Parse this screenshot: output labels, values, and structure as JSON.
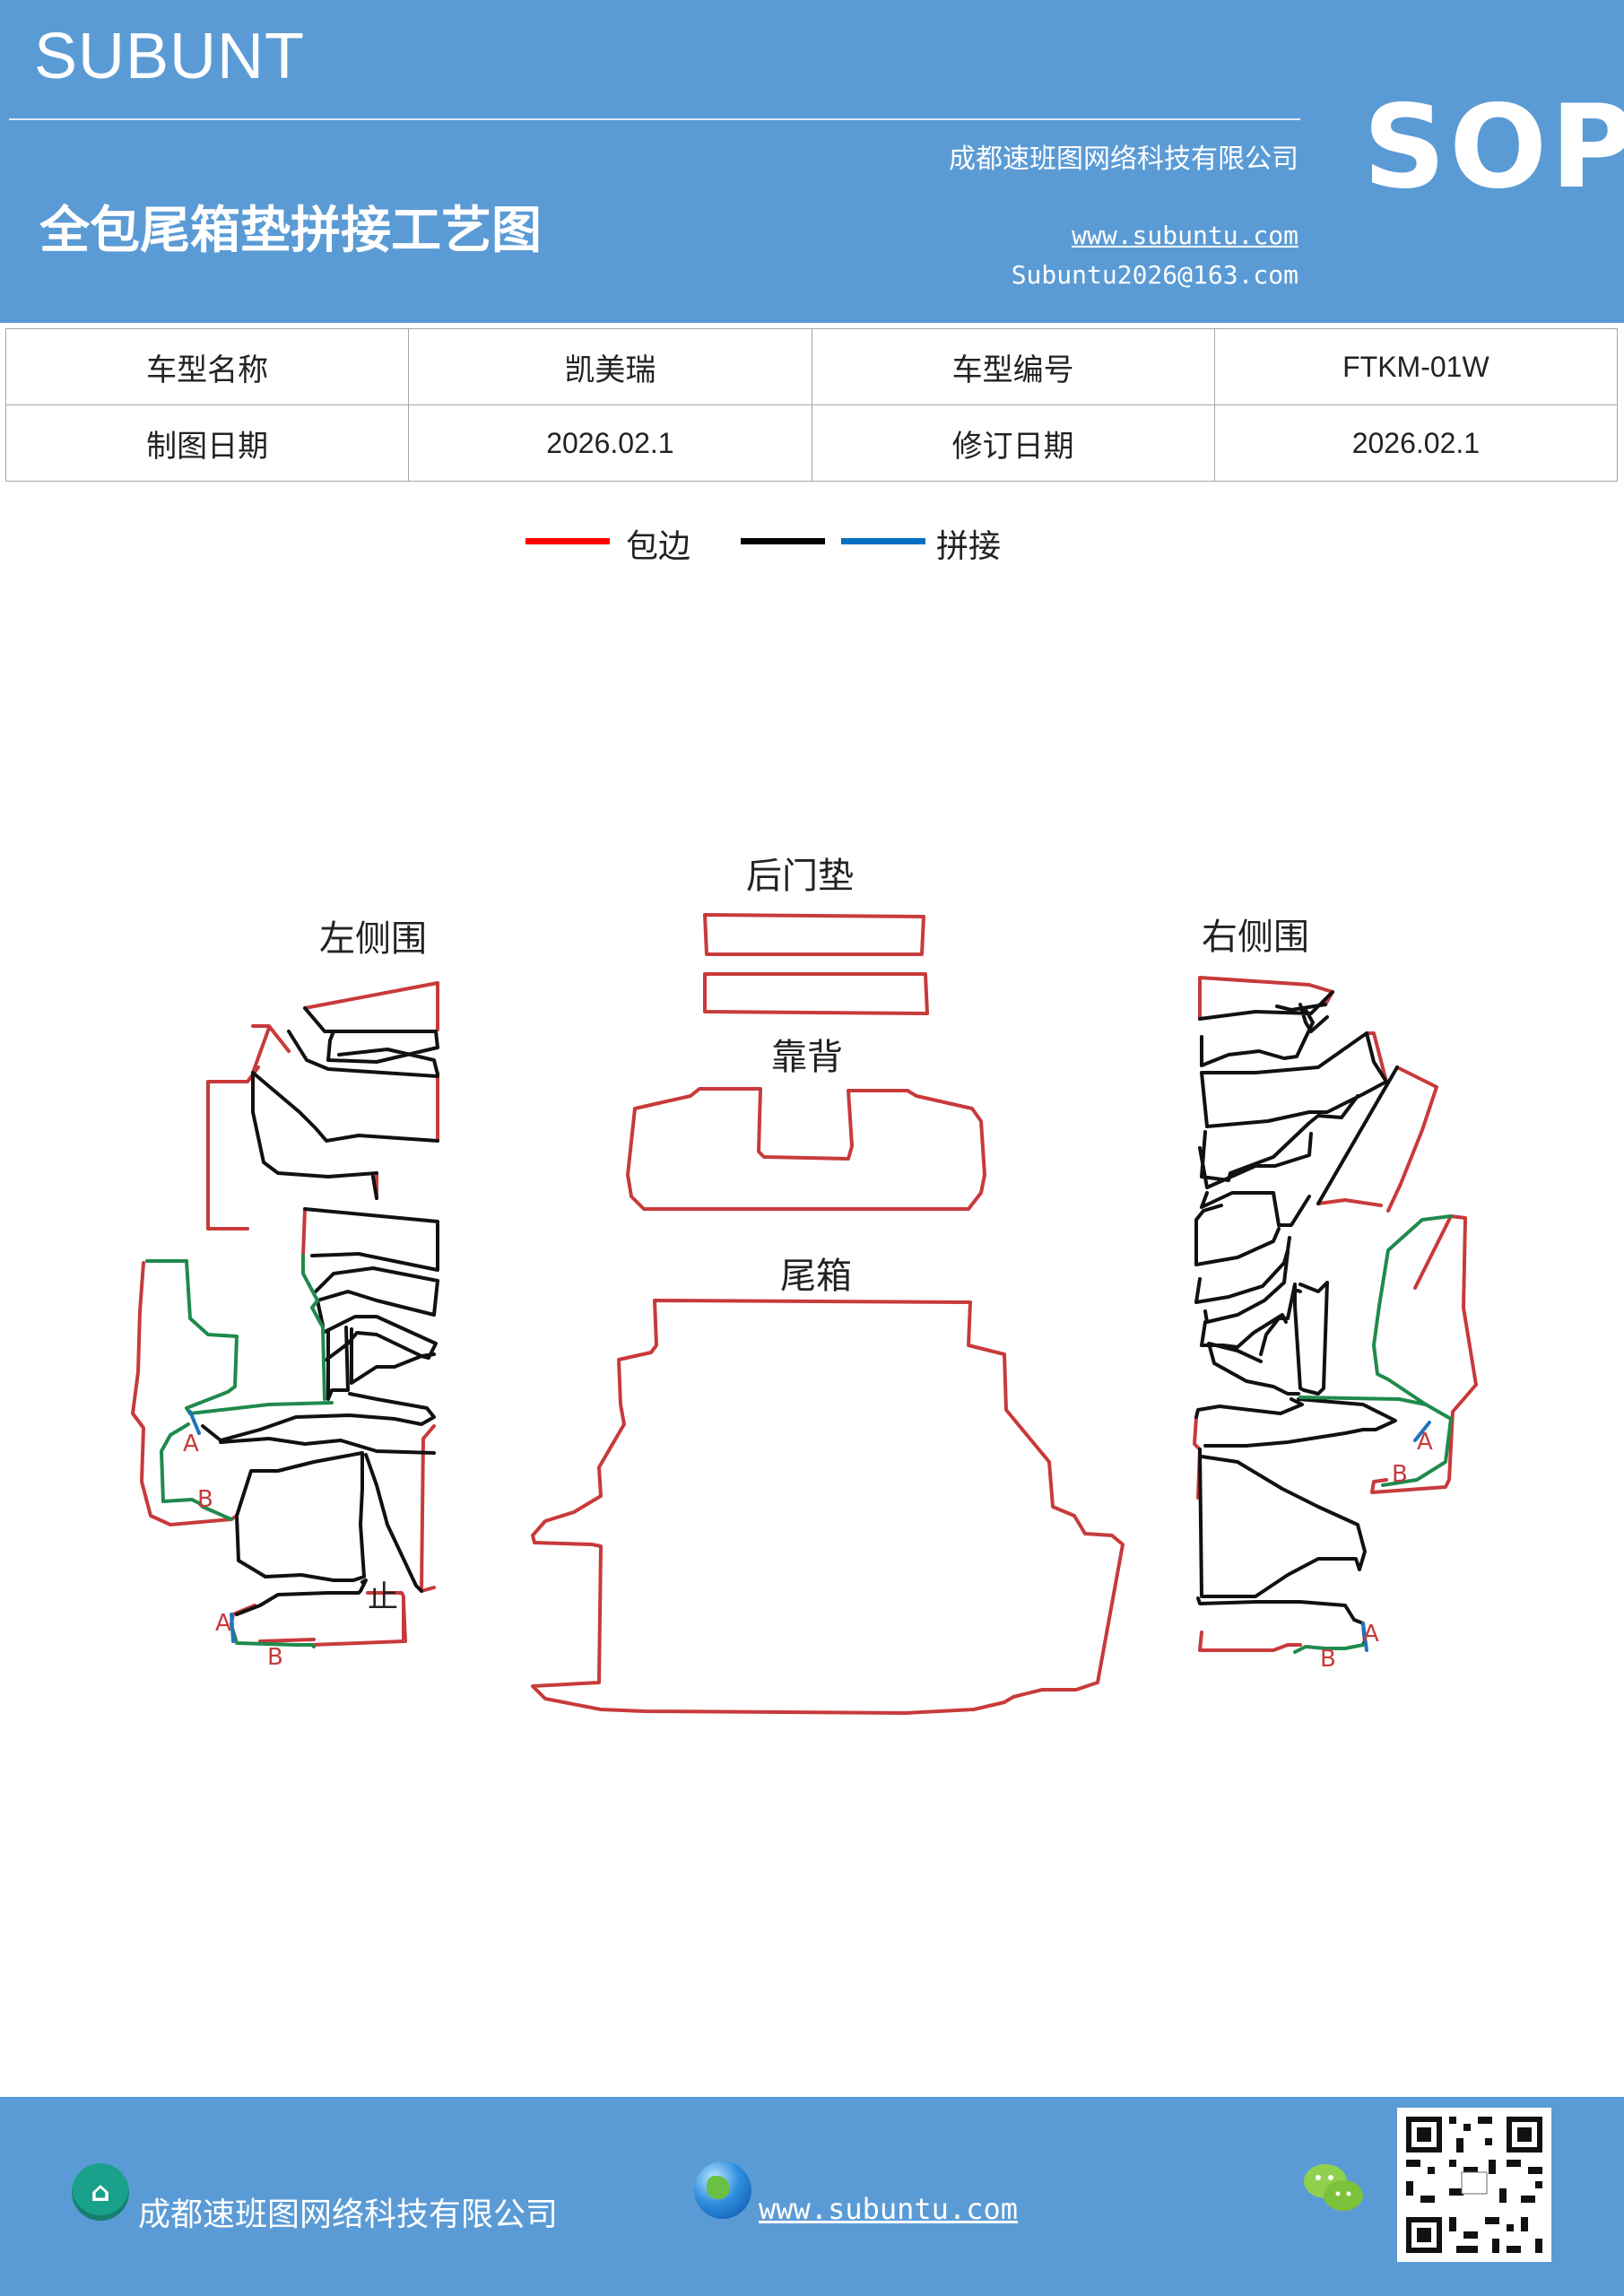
{
  "header": {
    "brand": "SUBUNT",
    "company": "成都速班图网络科技有限公司",
    "sop": "SOP",
    "title": "全包尾箱垫拼接工艺图",
    "website": "www.subuntu.com",
    "email": "Subuntu2026@163.com"
  },
  "info_table": {
    "row1": {
      "label1": "车型名称",
      "value1": "凯美瑞",
      "label2": "车型编号",
      "value2": "FTKM-01W"
    },
    "row2": {
      "label1": "制图日期",
      "value1": "2026.02.1",
      "label2": "修订日期",
      "value2": "2026.02.1"
    }
  },
  "legend": {
    "items": [
      {
        "color": "#ff0000",
        "label": "包边"
      },
      {
        "color": "#000000",
        "label": ""
      },
      {
        "color": "#0070c0",
        "label": "拼接"
      }
    ]
  },
  "diagram": {
    "labels": {
      "rear_door": "后门垫",
      "backrest": "靠背",
      "trunk": "尾箱",
      "left_side": "左侧围",
      "right_side": "右侧围"
    },
    "markers": {
      "a": "A",
      "b": "B",
      "stop": "止"
    },
    "colors": {
      "edge": "#c83a3a",
      "seam": "#111111",
      "green": "#1f8a4c",
      "blue": "#1e73be"
    }
  },
  "footer": {
    "company": "成都速班图网络科技有限公司",
    "website": "www.subuntu.com"
  }
}
